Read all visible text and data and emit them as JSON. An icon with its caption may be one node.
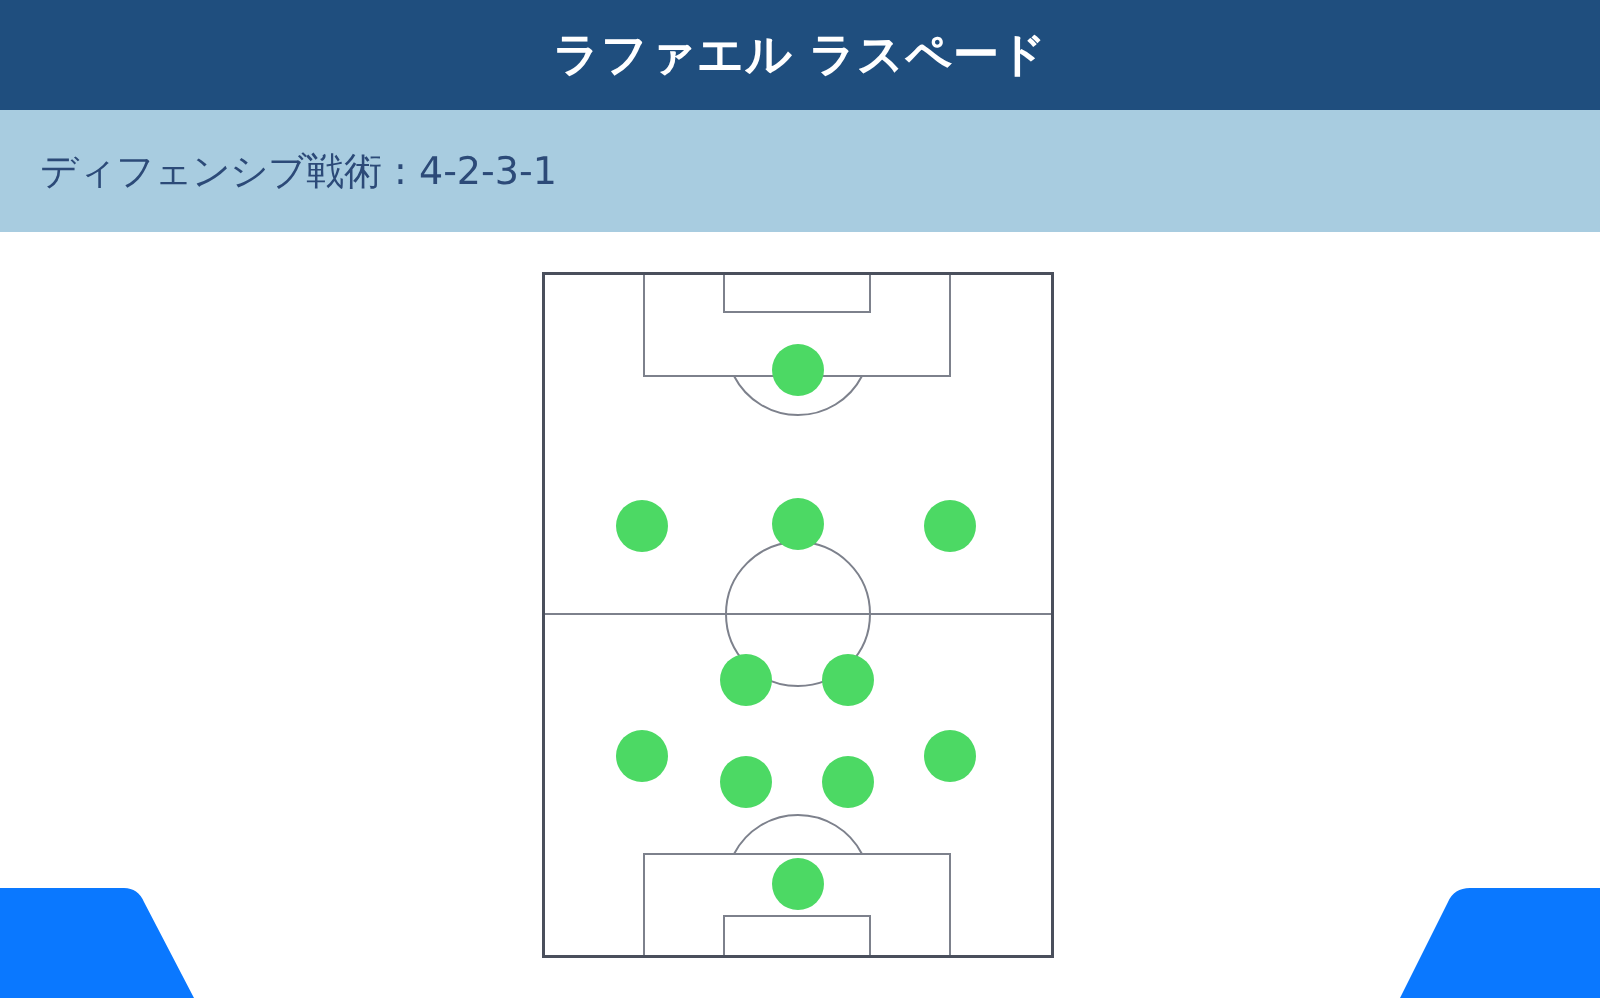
{
  "diagram": {
    "title": "ラファエル ラスペード",
    "labels": [
      "ディフェンシブ戦術 : 4-2-3-1"
    ],
    "nodes": [
      {
        "text": [],
        "shape": "circle"
      },
      {
        "text": [],
        "shape": "circle"
      },
      {
        "text": [],
        "shape": "circle"
      },
      {
        "text": [],
        "shape": "circle"
      },
      {
        "text": [],
        "shape": "circle"
      },
      {
        "text": [],
        "shape": "circle"
      },
      {
        "text": [],
        "shape": "circle"
      },
      {
        "text": [],
        "shape": "circle"
      },
      {
        "text": [],
        "shape": "circle"
      },
      {
        "text": [],
        "shape": "circle"
      },
      {
        "text": [],
        "shape": "circle"
      }
    ]
  }
}
